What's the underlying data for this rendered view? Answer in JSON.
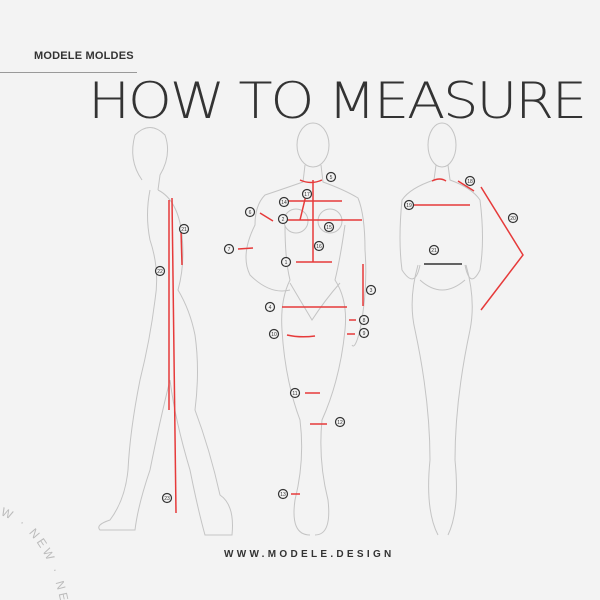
{
  "header": {
    "brand": "MODELE MOLDES",
    "title": "HOW TO MEASURE"
  },
  "footer": {
    "url": "WWW.MODELE.DESIGN",
    "curved_text": "W · NEW · NEW · NE"
  },
  "colors": {
    "accent": "#e63a3a",
    "text": "#333333",
    "background": "#f3f3f3"
  },
  "markers": {
    "side": [
      "21",
      "22",
      "23"
    ],
    "front": [
      "1",
      "2",
      "3",
      "4",
      "5",
      "6",
      "7",
      "8",
      "9",
      "10",
      "11",
      "12",
      "13",
      "14",
      "15",
      "16",
      "17"
    ],
    "back": [
      "18",
      "19",
      "20",
      "21"
    ]
  }
}
